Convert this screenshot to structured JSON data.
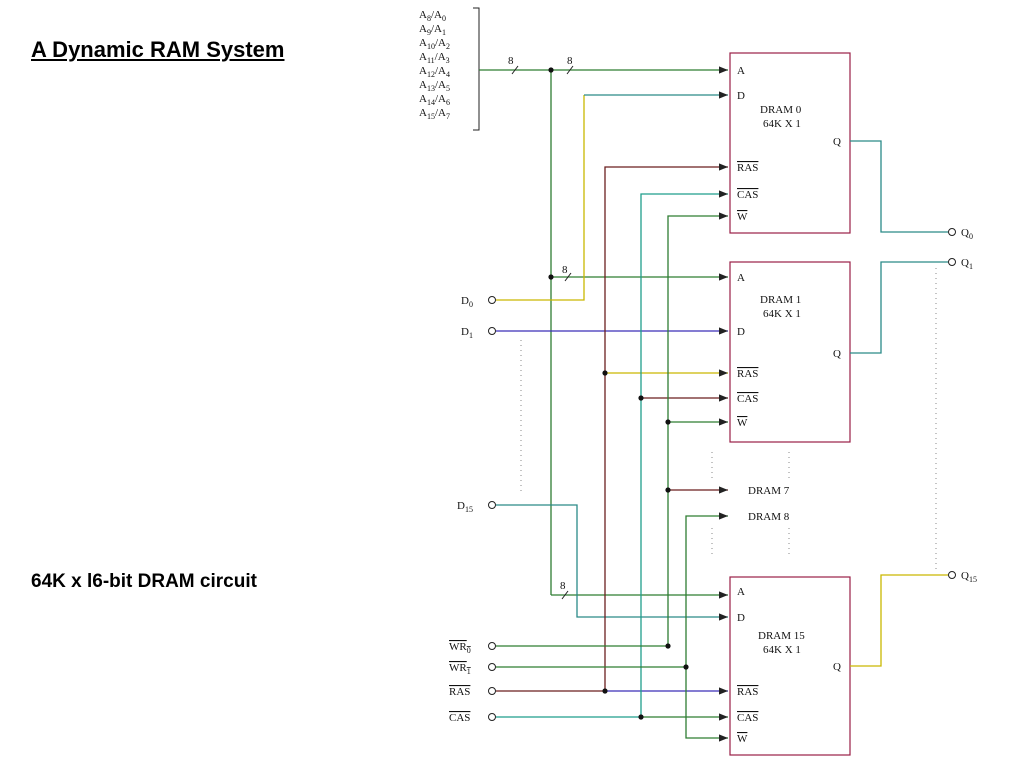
{
  "title": "A Dynamic RAM System",
  "caption": "64K x l6-bit DRAM circuit",
  "address_bus": {
    "lines": [
      {
        "main": "A",
        "sub1": "8",
        "sub2": "0"
      },
      {
        "main": "A",
        "sub1": "9",
        "sub2": "1"
      },
      {
        "main": "A",
        "sub1": "10",
        "sub2": "2"
      },
      {
        "main": "A",
        "sub1": "11",
        "sub2": "3"
      },
      {
        "main": "A",
        "sub1": "12",
        "sub2": "4"
      },
      {
        "main": "A",
        "sub1": "13",
        "sub2": "5"
      },
      {
        "main": "A",
        "sub1": "14",
        "sub2": "6"
      },
      {
        "main": "A",
        "sub1": "15",
        "sub2": "7"
      }
    ],
    "bus_width": "8"
  },
  "chips": [
    {
      "name": "DRAM 0",
      "size": "64K X 1"
    },
    {
      "name": "DRAM 1",
      "size": "64K X 1"
    },
    {
      "name": "DRAM 15",
      "size": "64K X 1"
    }
  ],
  "pins": {
    "a": "A",
    "d": "D",
    "ras": "RAS",
    "cas": "CAS",
    "w": "W",
    "q": "Q"
  },
  "skipped_chips": [
    "DRAM 7",
    "DRAM 8"
  ],
  "inputs": {
    "d0": {
      "main": "D",
      "sub": "0"
    },
    "d1": {
      "main": "D",
      "sub": "1"
    },
    "d15": {
      "main": "D",
      "sub": "15"
    },
    "wr0": {
      "main": "WR",
      "sub": "0"
    },
    "wr1": {
      "main": "WR",
      "sub": "1"
    },
    "ras": "RAS",
    "cas": "CAS"
  },
  "outputs": {
    "q0": {
      "main": "Q",
      "sub": "0"
    },
    "q1": {
      "main": "Q",
      "sub": "1"
    },
    "q15": {
      "main": "Q",
      "sub": "15"
    }
  },
  "colors": {
    "address": "#2e7d32",
    "data": "#c9b800",
    "d1": "#3b2fb8",
    "ras": "#6b1f1f",
    "cas": "#1f9e8c",
    "wr": "#1d7a3a",
    "chip_border": "#9a1e46",
    "output": "#2a8a88"
  }
}
